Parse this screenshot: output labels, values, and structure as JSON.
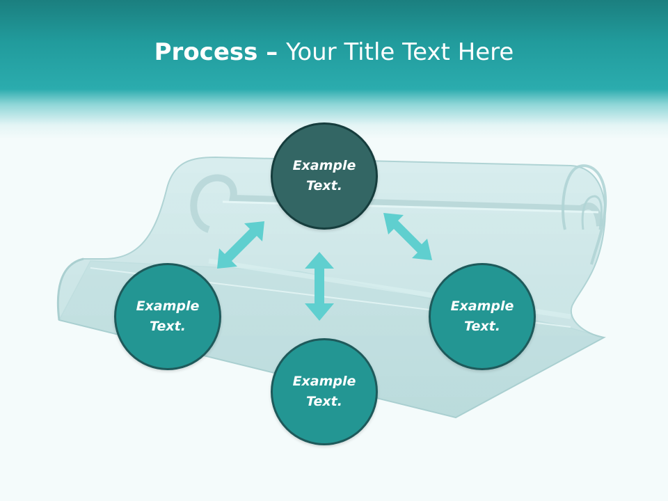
{
  "slide": {
    "title_bold": "Process",
    "title_separator": " – ",
    "title_rest": "Your Title Text Here"
  },
  "nodes": {
    "top": "Example Text.",
    "left": "Example Text.",
    "right": "Example Text.",
    "bottom": "Example Text."
  },
  "colors": {
    "header_teal": "#2bacae",
    "node_top": "#336664",
    "node_teal": "#239693",
    "arrow": "#5fcfcf"
  }
}
